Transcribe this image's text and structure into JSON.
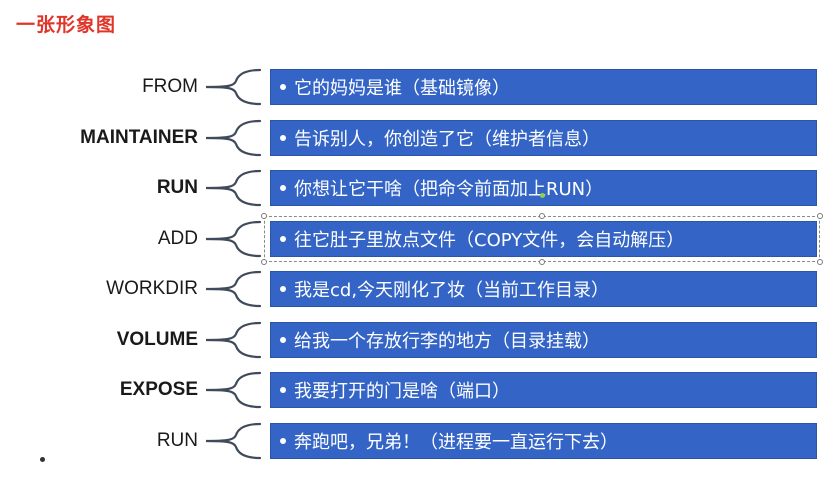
{
  "title": "一张形象图",
  "rows": [
    {
      "keyword": "FROM",
      "bold": false,
      "text": "它的妈妈是谁（基础镜像）"
    },
    {
      "keyword": "MAINTAINER",
      "bold": true,
      "text": "告诉别人，你创造了它（维护者信息）"
    },
    {
      "keyword": "RUN",
      "bold": true,
      "text": "你想让它干啥（把命令前面加上RUN）"
    },
    {
      "keyword": "ADD",
      "bold": false,
      "text": "往它肚子里放点文件（COPY文件，会自动解压）"
    },
    {
      "keyword": "WORKDIR",
      "bold": false,
      "text": "我是cd,今天刚化了妆（当前工作目录）"
    },
    {
      "keyword": "VOLUME",
      "bold": true,
      "text": "给我一个存放行李的地方（目录挂载）"
    },
    {
      "keyword": "EXPOSE",
      "bold": true,
      "text": "我要打开的门是啥（端口）"
    },
    {
      "keyword": "RUN",
      "bold": false,
      "text": "奔跑吧，兄弟！（进程要一直运行下去）"
    }
  ],
  "colors": {
    "title": "#e0362a",
    "bar": "#3465c6",
    "bar_text": "#ffffff",
    "brace": "#3f4a5a"
  },
  "icons": {
    "brace": "curly-brace-icon",
    "bullet": "bullet-icon"
  }
}
